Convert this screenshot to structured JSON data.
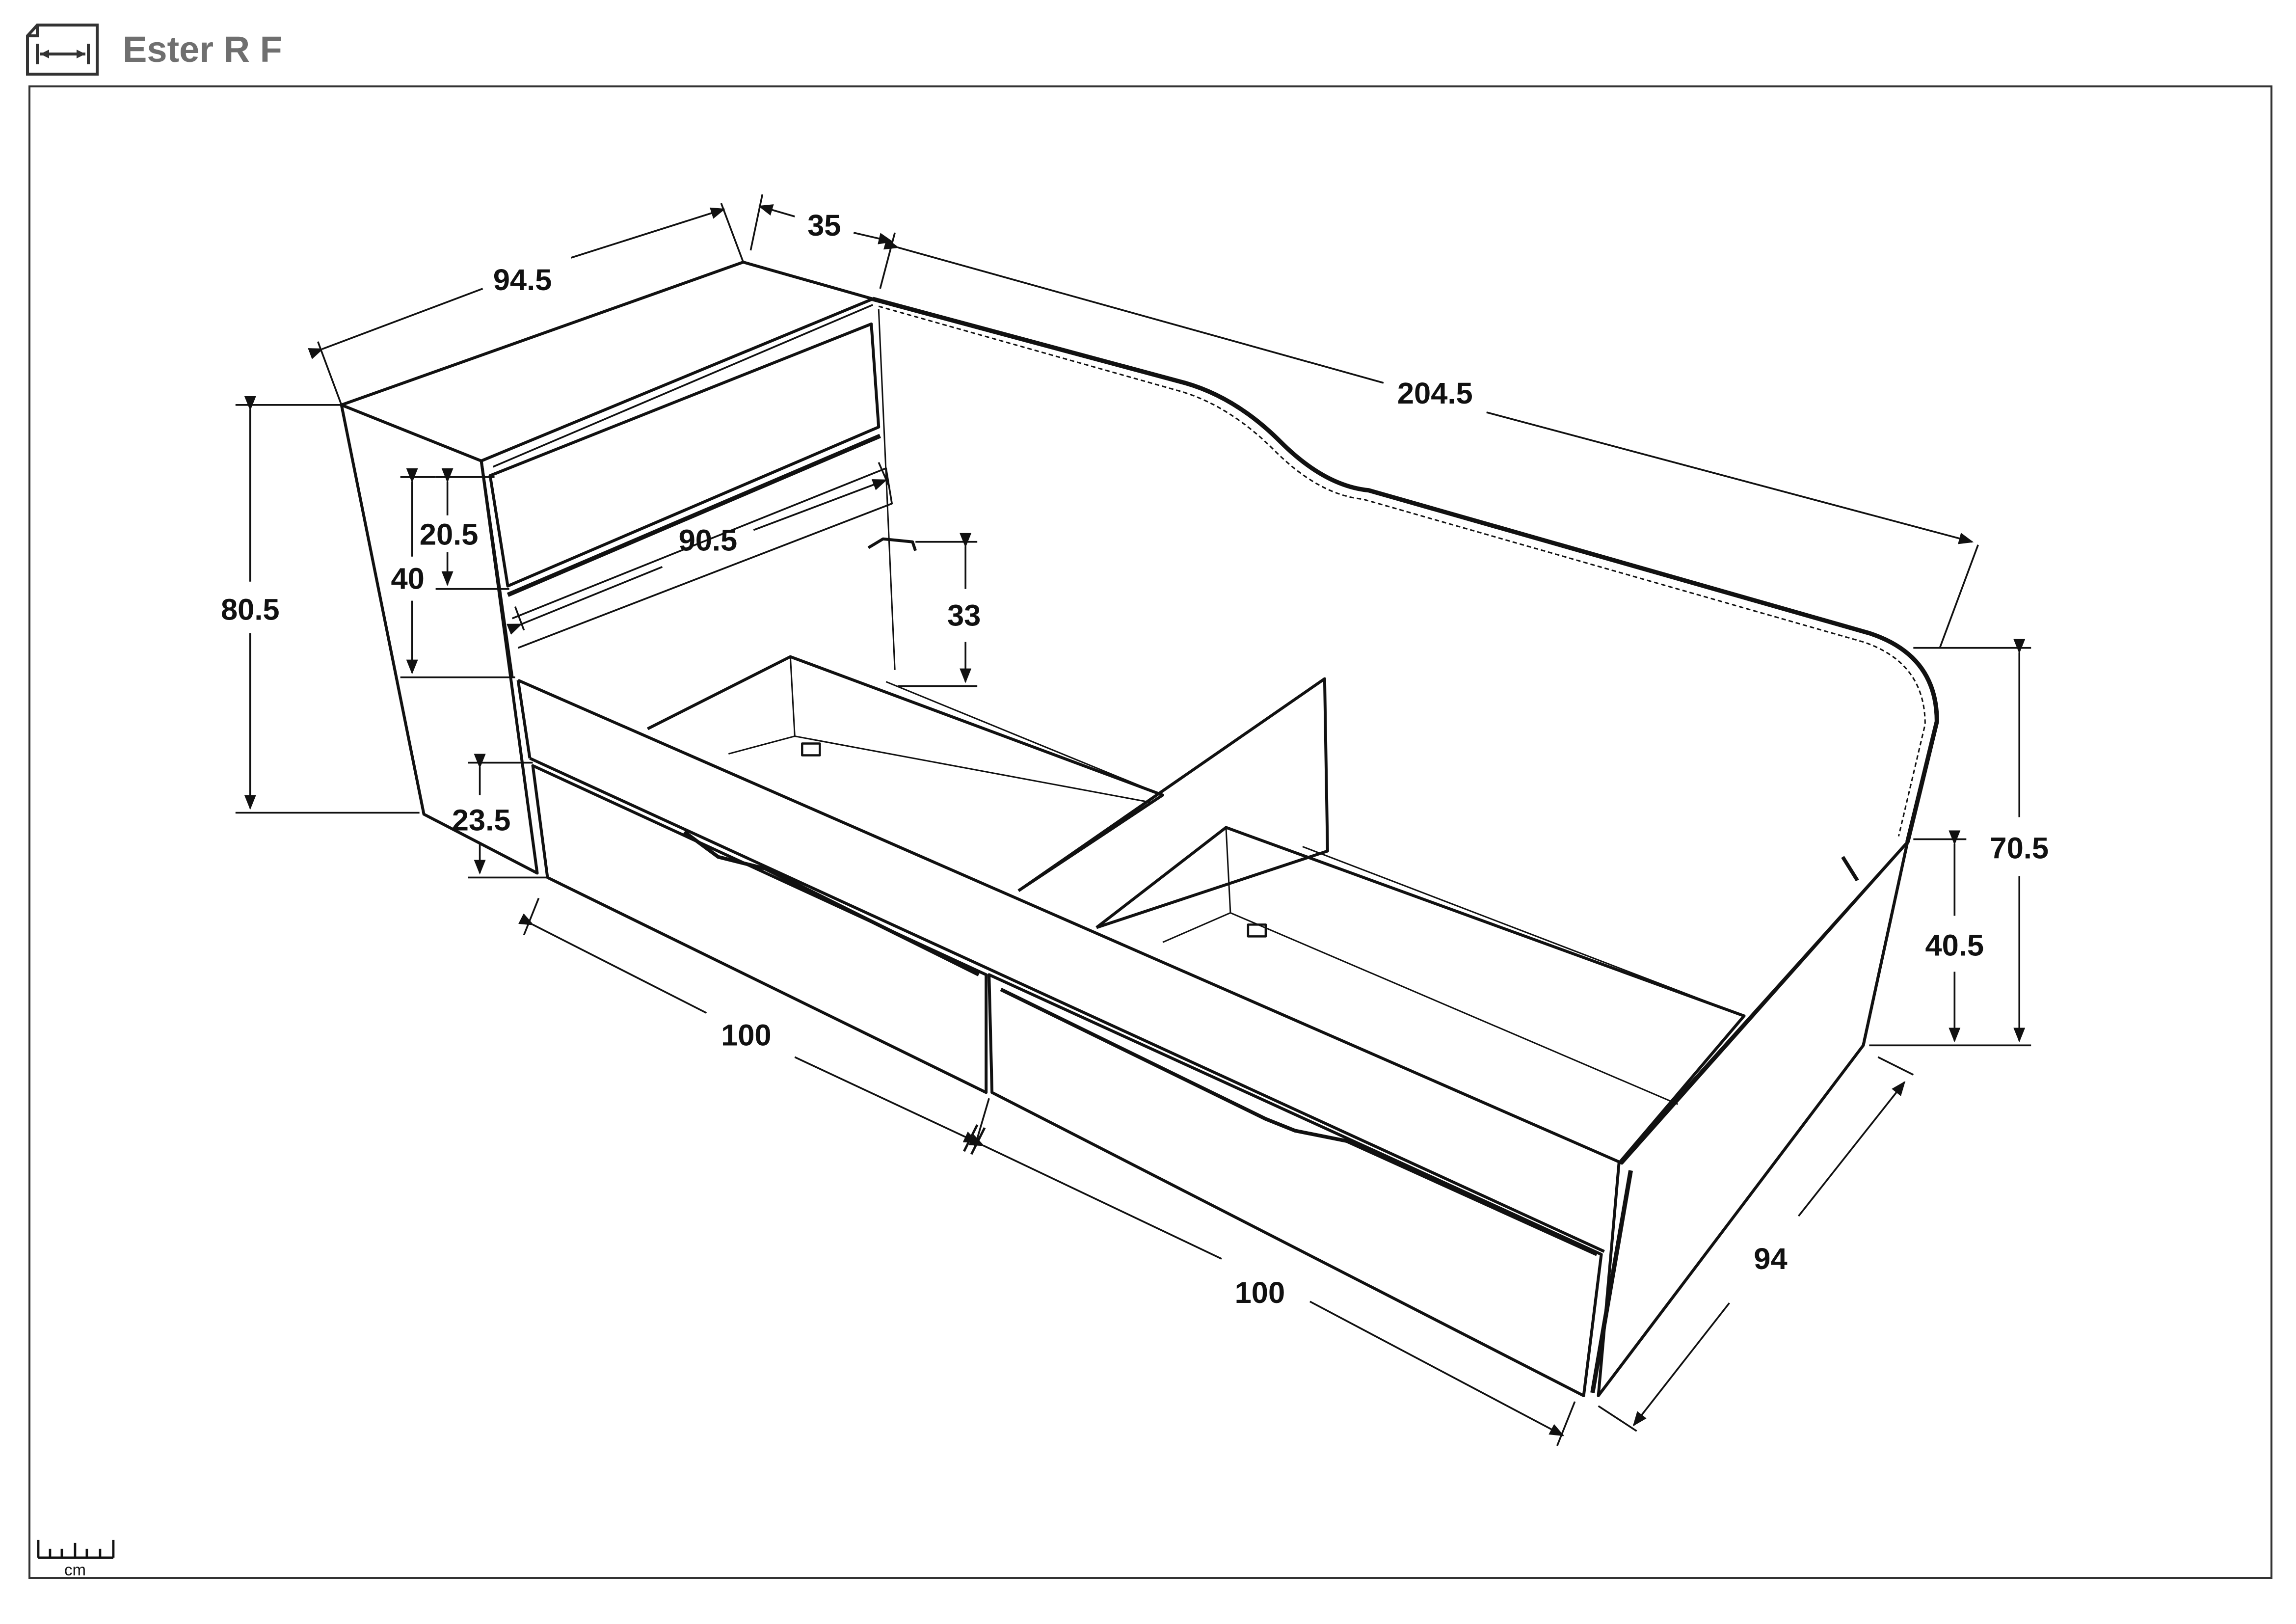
{
  "header": {
    "title": "Ester R F",
    "icon": "measure-icon"
  },
  "dimensions": {
    "top_depth": "94.5",
    "shelf_depth": "35",
    "length": "204.5",
    "head_height": "80.5",
    "drawer_height_small": "20.5",
    "shelf_gap": "40",
    "shelf_width": "90.5",
    "inner_height": "33",
    "base_height": "23.5",
    "drawer_1_width": "100",
    "drawer_2_width": "100",
    "foot_height": "70.5",
    "side_height": "40.5",
    "bed_width": "94"
  },
  "scale": {
    "unit": "cm",
    "icon": "ruler-icon"
  }
}
